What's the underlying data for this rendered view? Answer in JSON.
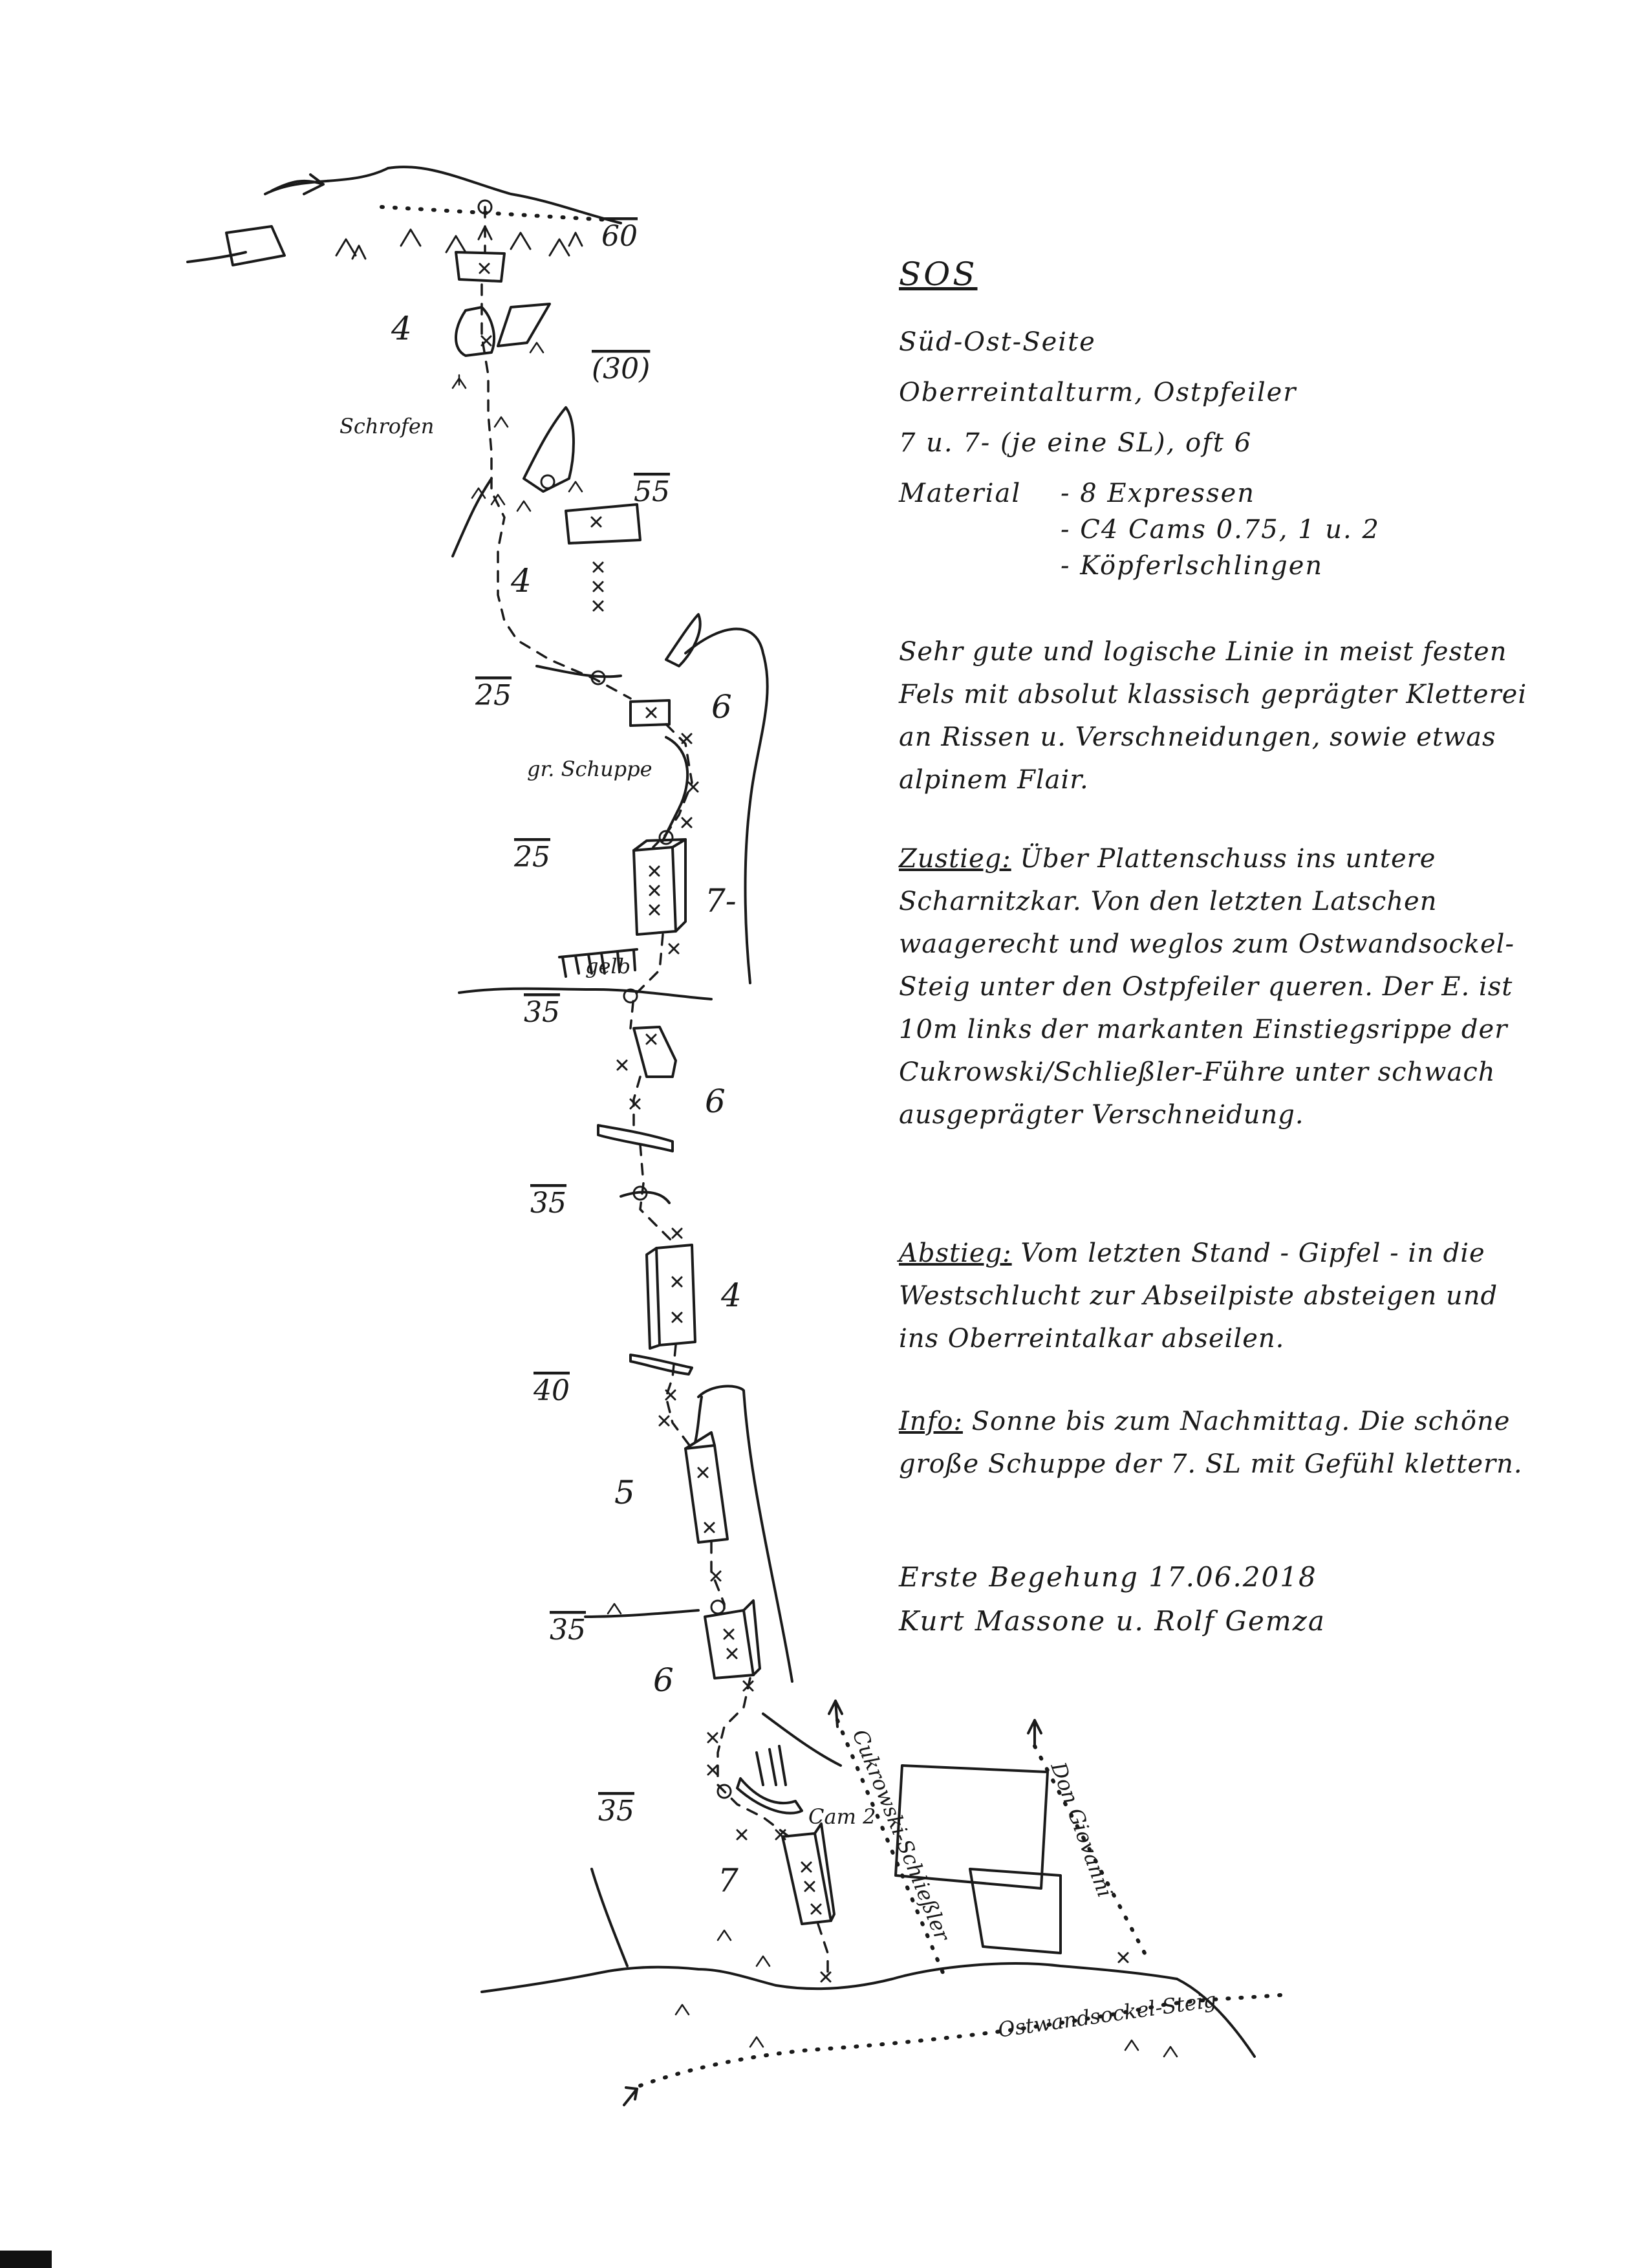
{
  "title": "SOS",
  "header": {
    "side": "Süd-Ost-Seite",
    "location": "Oberreintalturm, Ostpfeiler",
    "grade_summary": "7 u. 7- (je eine SL), oft 6"
  },
  "material": {
    "label": "Material",
    "items": [
      "- 8 Expressen",
      "- C4 Cams 0.75, 1 u. 2",
      "- Köpferlschlingen"
    ]
  },
  "description": "Sehr gute und logische Linie in meist festen Fels mit absolut klassisch geprägter Kletterei an Rissen u. Verschneidungen, sowie etwas alpinem Flair.",
  "approach": {
    "label": "Zustieg:",
    "text": "Über Plattenschuss ins untere Scharnitzkar. Von den letzten Latschen waagerecht und weglos zum Ostwandsockel-Steig unter den Ostpfeiler queren. Der E. ist 10m links der markanten Einstiegsrippe der Cukrowski/Schließler-Führe unter schwach ausgeprägter Verschneidung."
  },
  "descent": {
    "label": "Abstieg:",
    "text": "Vom letzten Stand - Gipfel - in die Westschlucht zur Abseilpiste absteigen und ins Oberreintalkar abseilen."
  },
  "info": {
    "label": "Info:",
    "text": "Sonne bis zum Nachmittag. Die schöne große Schuppe der 7. SL mit Gefühl klettern."
  },
  "first_ascent": {
    "date_line": "Erste Begehung 17.06.2018",
    "climbers": "Kurt Massone u. Rolf Gemza"
  },
  "topo": {
    "pitch_grades": [
      "4",
      "4",
      "6",
      "7-",
      "6",
      "4",
      "5",
      "6",
      "7"
    ],
    "pitch_lengths": [
      "60",
      "(30)",
      "55",
      "25",
      "25",
      "35",
      "35",
      "40",
      "35",
      "35"
    ],
    "labels": {
      "schrofen": "Schrofen",
      "schuppe": "gr. Schuppe",
      "gelb": "gelb",
      "cam": "Cam 2",
      "neighbor_route_1": "Cukrowski-Schließler",
      "neighbor_route_2": "Don Giovanni",
      "approach_path": "Ostwandsockel-Steig"
    }
  }
}
